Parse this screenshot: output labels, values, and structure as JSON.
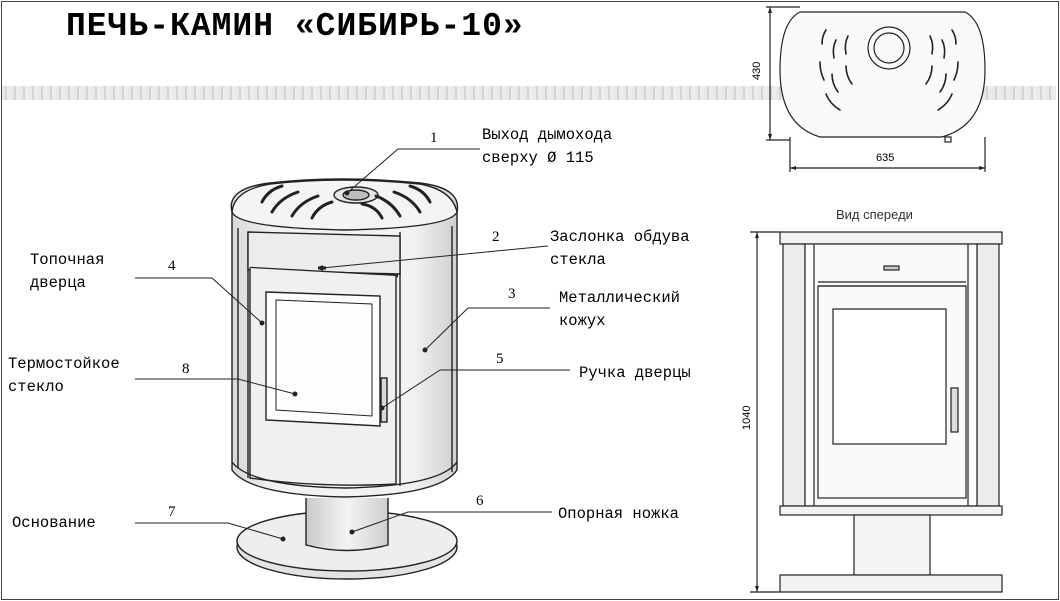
{
  "title": "ПЕЧЬ-КАМИН «СИБИРЬ-10»",
  "callouts": [
    {
      "num": "1",
      "text": [
        "Выход дымохода",
        "сверху Ø 115"
      ]
    },
    {
      "num": "2",
      "text": [
        "Заслонка обдува",
        "стекла"
      ]
    },
    {
      "num": "3",
      "text": [
        "Металлический",
        "кожух"
      ]
    },
    {
      "num": "4",
      "text": [
        "Топочная",
        "дверца"
      ]
    },
    {
      "num": "5",
      "text": [
        "Ручка дверцы"
      ]
    },
    {
      "num": "6",
      "text": [
        "Опорная ножка"
      ]
    },
    {
      "num": "7",
      "text": [
        "Основание"
      ]
    },
    {
      "num": "8",
      "text": [
        "Термостойкое",
        "стекло"
      ]
    }
  ],
  "top_view": {
    "width_dim": "635",
    "depth_dim": "430"
  },
  "front_view": {
    "caption": "Вид спереди",
    "height_dim": "1040"
  }
}
